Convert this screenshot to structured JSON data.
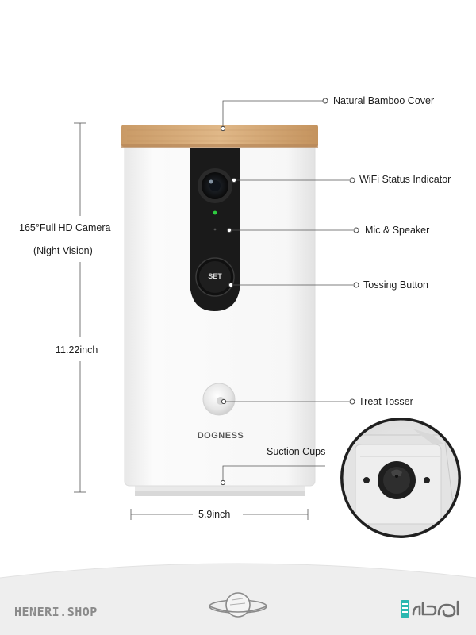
{
  "brand": {
    "logo_text": "DOGNESS",
    "set_button_text": "SET"
  },
  "callouts": {
    "bamboo_cover": "Natural Bamboo Cover",
    "wifi_indicator": "WiFi Status Indicator",
    "mic_speaker": "Mic & Speaker",
    "tossing_button": "Tossing Button",
    "treat_tosser": "Treat Tosser",
    "suction_cups": "Suction Cups"
  },
  "camera_label": {
    "line1": "165°Full HD Camera",
    "line2": "(Night Vision)"
  },
  "dimensions": {
    "height": "11.22inch",
    "width": "5.9inch"
  },
  "footer": {
    "shop_name": "HENERI.SHOP"
  },
  "colors": {
    "bamboo": "#d6ad7c",
    "body": "#f6f6f6",
    "panel": "#1a1a1a",
    "wifi_led": "#2ecc40",
    "lines": "#555555"
  }
}
